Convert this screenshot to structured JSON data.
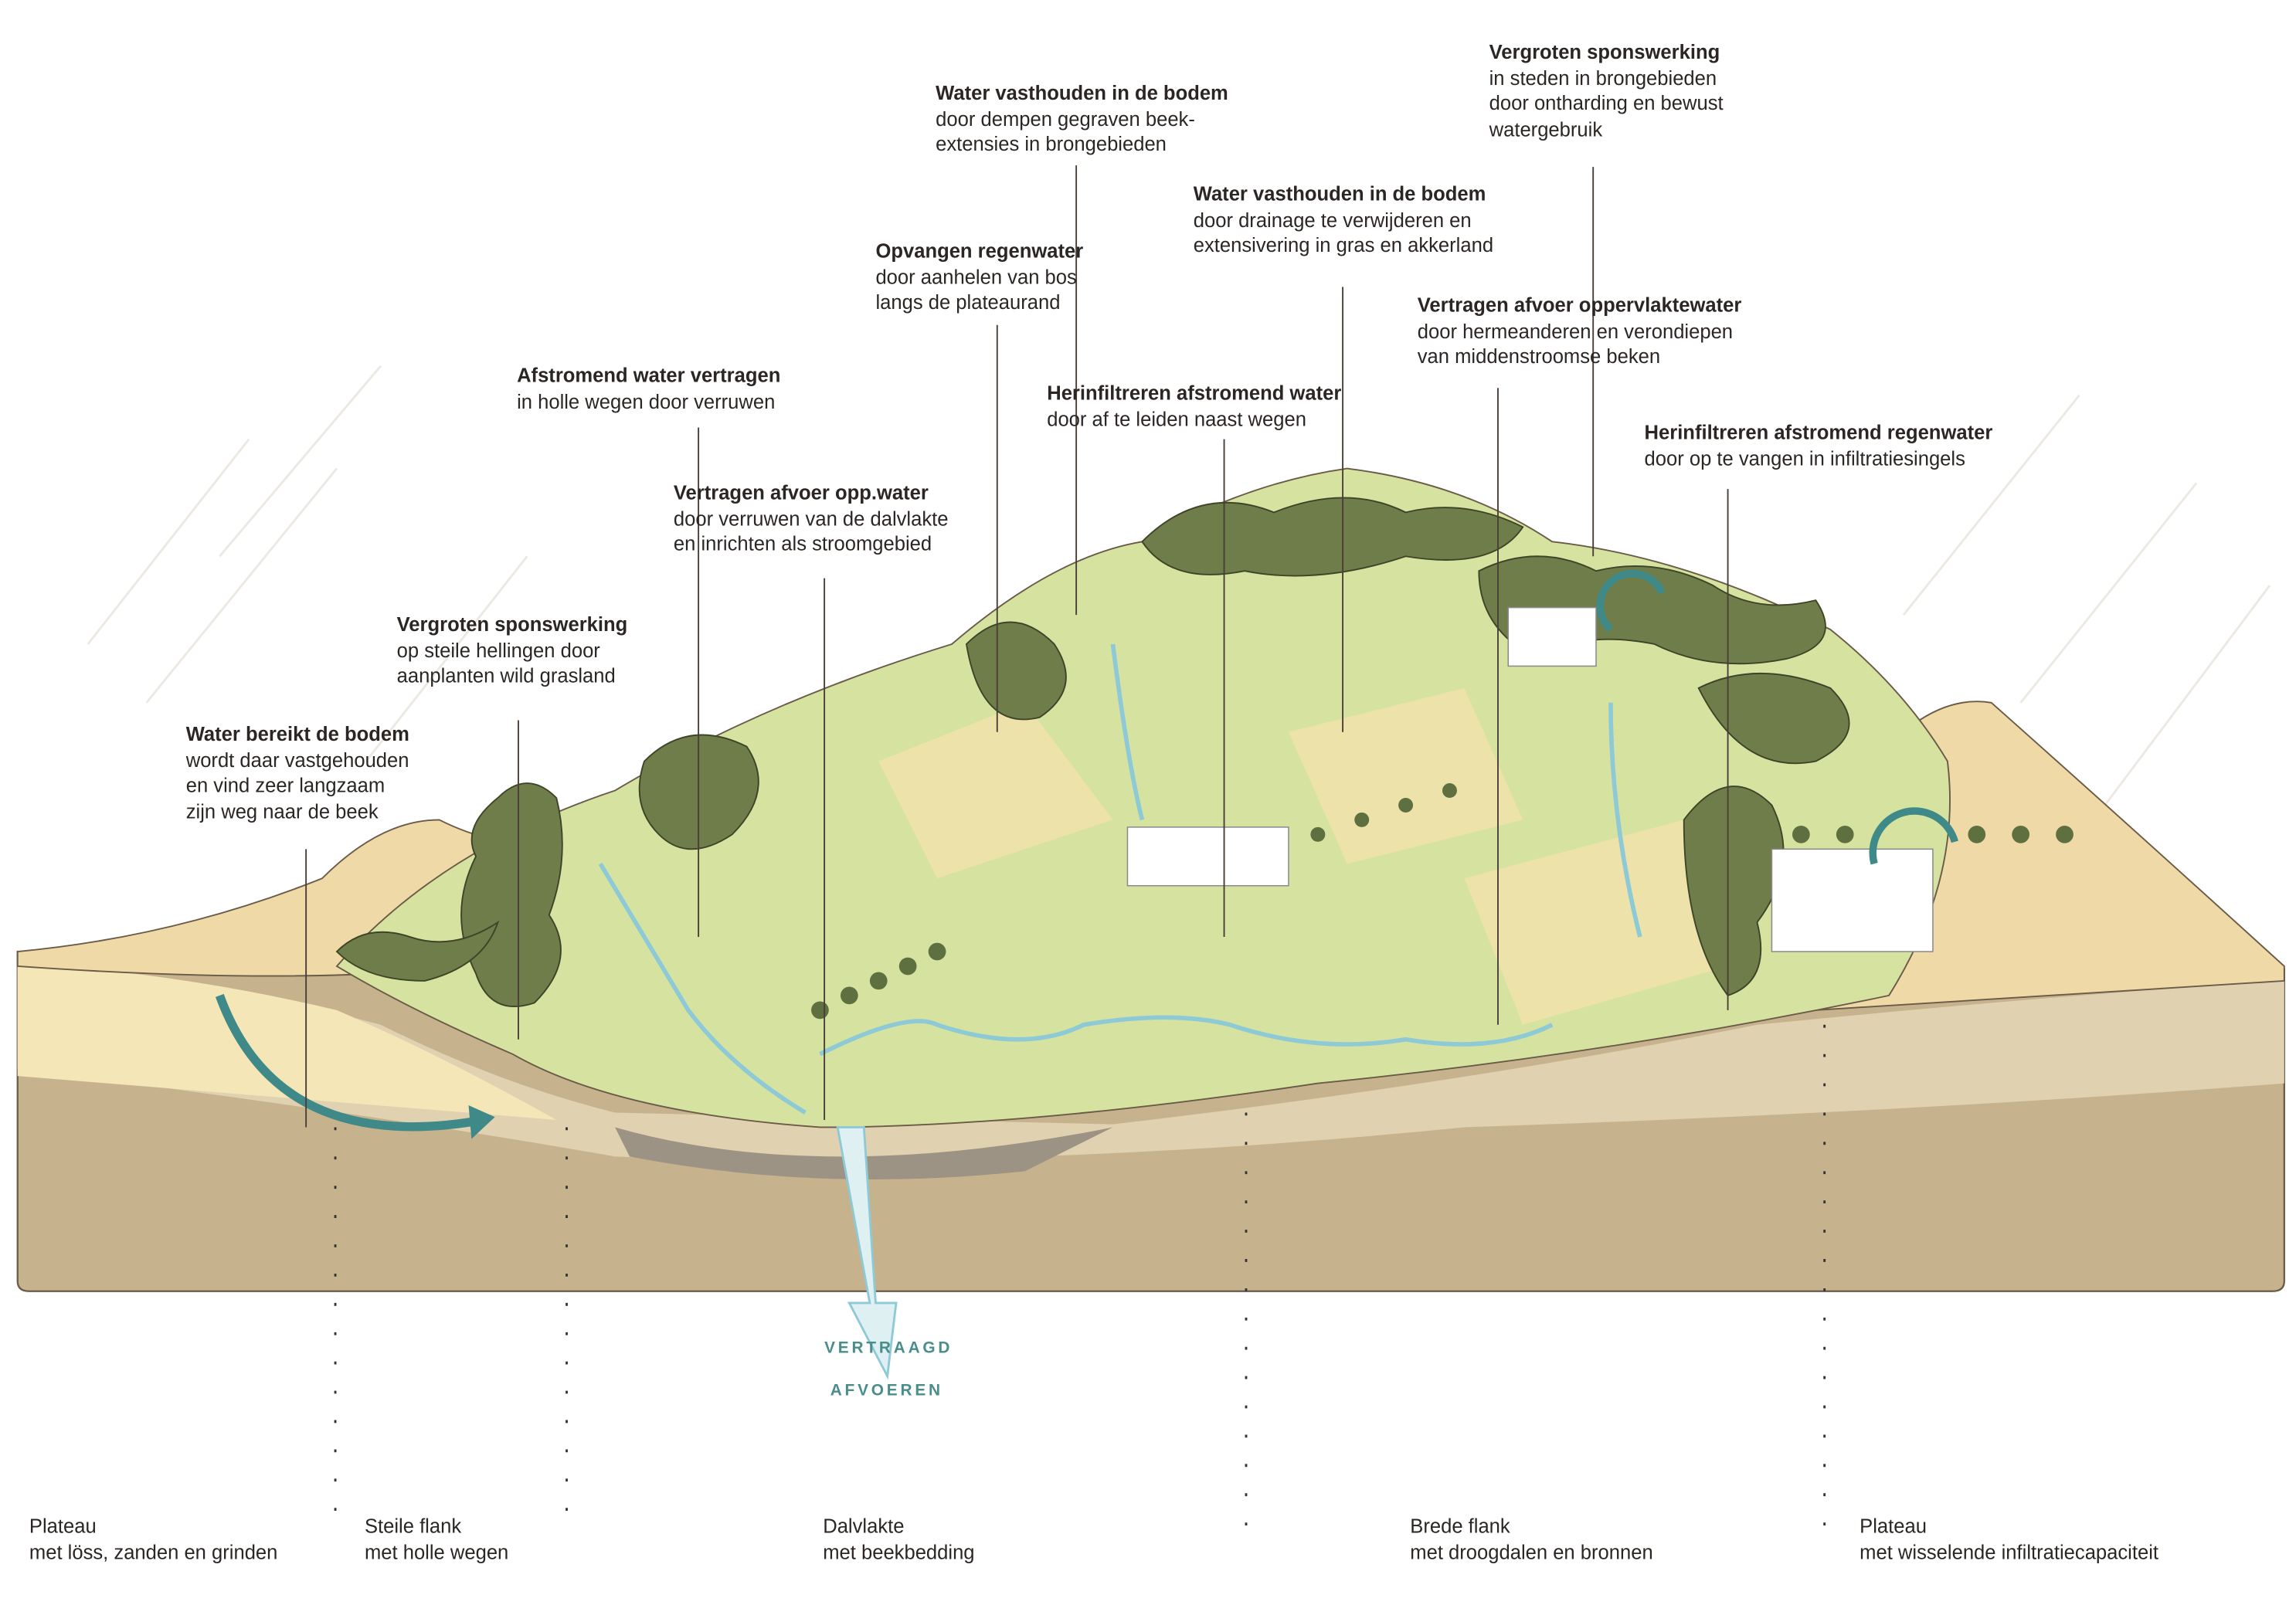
{
  "annotations": [
    {
      "title": "Water bereikt de bodem",
      "lines": [
        "wordt daar vastgehouden",
        "en vind zeer langzaam",
        "zijn weg naar de beek"
      ]
    },
    {
      "title": "Vergroten sponswerking",
      "lines": [
        "op steile hellingen door",
        "aanplanten wild grasland"
      ]
    },
    {
      "title": "Afstromend water vertragen",
      "lines": [
        "in holle wegen door verruwen"
      ]
    },
    {
      "title": "Vertragen afvoer opp.water",
      "lines": [
        "door verruwen van de dalvlakte",
        "en inrichten als stroomgebied"
      ]
    },
    {
      "title": "Opvangen regenwater",
      "lines": [
        "door aanhelen van bos",
        "langs de plateaurand"
      ]
    },
    {
      "title": "Water vasthouden in de bodem",
      "lines": [
        "door dempen gegraven beek-",
        "extensies in brongebieden"
      ]
    },
    {
      "title": "Herinfiltreren afstromend water",
      "lines": [
        "door af te leiden naast wegen"
      ]
    },
    {
      "title": "Water vasthouden in de bodem",
      "lines": [
        "door drainage te verwijderen en",
        "extensivering in gras en akkerland"
      ]
    },
    {
      "title": "Vergroten sponswerking",
      "lines": [
        "in steden in brongebieden",
        "door ontharding en bewust",
        "watergebruik"
      ]
    },
    {
      "title": "Vertragen afvoer oppervlaktewater",
      "lines": [
        "door hermeanderen en verondiepen",
        "van middenstroomse beken"
      ]
    },
    {
      "title": "Herinfiltreren afstromend regenwater",
      "lines": [
        "door op te vangen in infiltratiesingels"
      ]
    }
  ],
  "flow_label": {
    "line1": "VERTRAAGD",
    "line2": "AFVOEREN"
  },
  "zones": [
    {
      "name": "Plateau",
      "desc": "met löss, zanden en grinden"
    },
    {
      "name": "Steile flank",
      "desc": "met holle wegen"
    },
    {
      "name": "Dalvlakte",
      "desc": "met beekbedding"
    },
    {
      "name": "Brede flank",
      "desc": "met droogdalen en bronnen"
    },
    {
      "name": "Plateau",
      "desc": "met wisselende infiltratiecapaciteit"
    }
  ],
  "colors": {
    "water": "#8ec9d6",
    "arrow": "#3f8a88",
    "forest": "#6f7d4a",
    "grass": "#d8e3a0",
    "soil": "#c9b590",
    "sand": "#f1dfb0"
  }
}
